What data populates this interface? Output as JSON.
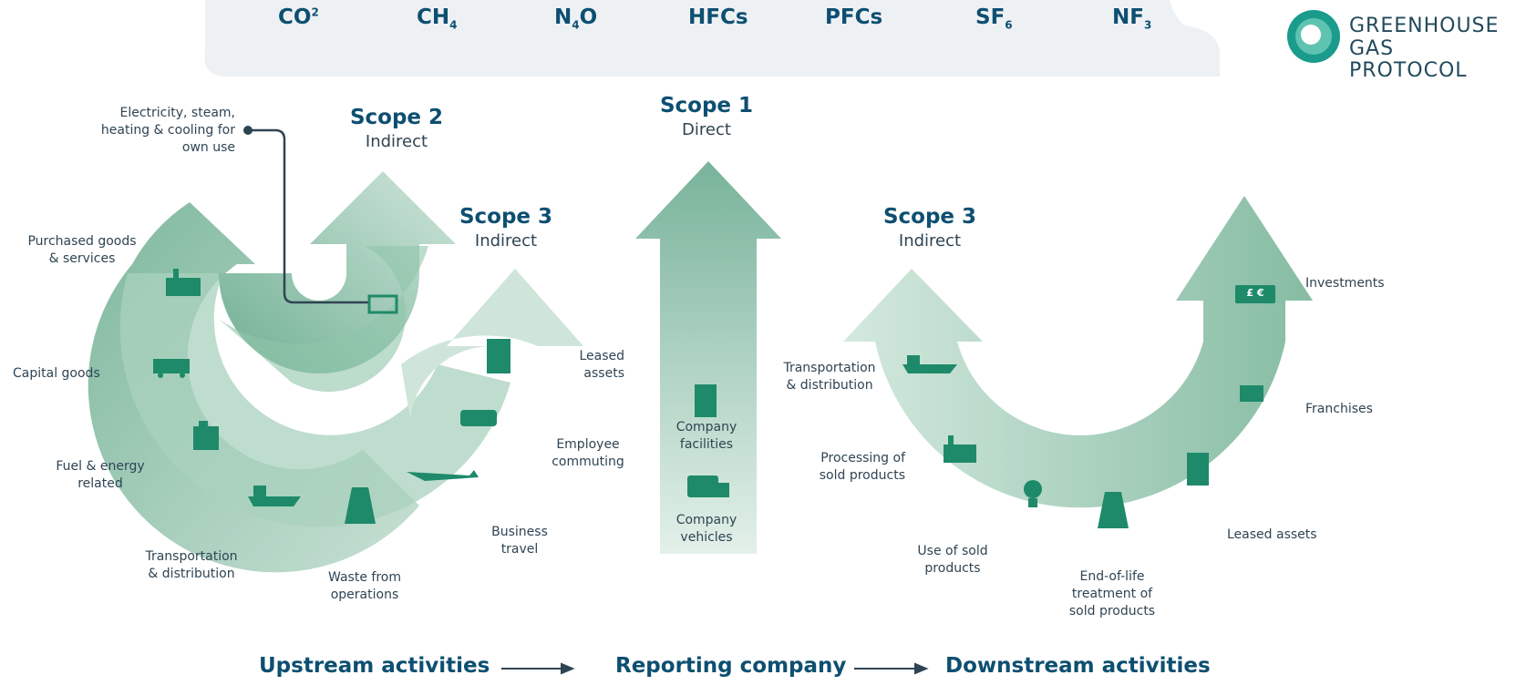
{
  "gases": [
    {
      "base": "CO",
      "sub": "",
      "sup": "2"
    },
    {
      "base": "CH",
      "sub": "4",
      "sup": ""
    },
    {
      "base": "N",
      "sub": "4",
      "sup": "",
      "tail": "O"
    },
    {
      "base": "HFCs",
      "sub": "",
      "sup": ""
    },
    {
      "base": "PFCs",
      "sub": "",
      "sup": ""
    },
    {
      "base": "SF",
      "sub": "6",
      "sup": ""
    },
    {
      "base": "NF",
      "sub": "3",
      "sup": ""
    }
  ],
  "logo": {
    "line1": "GREENHOUSE",
    "line2": "GAS PROTOCOL"
  },
  "scopes": {
    "scope2": {
      "title": "Scope 2",
      "subtitle": "Indirect"
    },
    "scope1": {
      "title": "Scope 1",
      "subtitle": "Direct"
    },
    "scope3_up": {
      "title": "Scope 3",
      "subtitle": "Indirect"
    },
    "scope3_down": {
      "title": "Scope 3",
      "subtitle": "Indirect"
    }
  },
  "labels": {
    "electricity": "Electricity, steam,\nheating & cooling for\nown use",
    "purchased_goods": "Purchased goods\n& services",
    "capital_goods": "Capital goods",
    "fuel_energy": "Fuel & energy\nrelated",
    "transport_up": "Transportation\n& distribution",
    "waste": "Waste from\noperations",
    "business_travel": "Business\ntravel",
    "employee_commuting": "Employee\ncommuting",
    "leased_assets_up": "Leased\nassets",
    "company_facilities": "Company\nfacilities",
    "company_vehicles": "Company\nvehicles",
    "transport_down": "Transportation\n& distribution",
    "processing": "Processing of\nsold products",
    "use_of_sold": "Use of sold\nproducts",
    "end_of_life": "End-of-life\ntreatment of\nsold products",
    "leased_assets_down": "Leased assets",
    "franchises": "Franchises",
    "investments": "Investments",
    "currency": "£ €"
  },
  "flow": {
    "upstream": "Upstream activities",
    "reporting": "Reporting company",
    "downstream": "Downstream activities"
  },
  "colors": {
    "navy": "#0d4f71",
    "icon": "#1e8a6a",
    "arrow_dark": "#8cc0a6",
    "arrow_light": "#d6e9df",
    "cloud": "#eef1f4"
  }
}
